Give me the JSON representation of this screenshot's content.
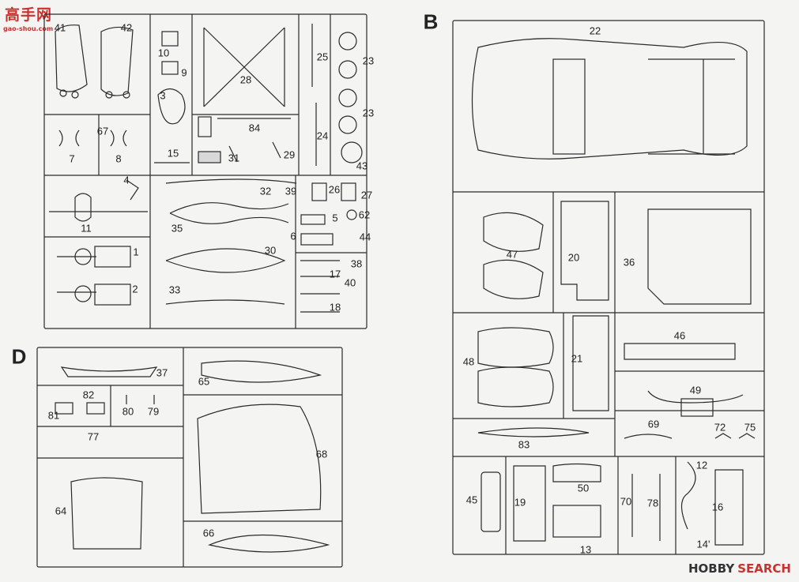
{
  "watermarks": {
    "top_left": "高手网",
    "top_left_sub": "gao-shou.com",
    "bottom_right": "HOBBY",
    "bottom_right_sub": "SEARCH"
  },
  "sections": [
    "B",
    "D"
  ],
  "part_numbers": {
    "frame_a": [
      "41",
      "42",
      "10",
      "9",
      "3",
      "28",
      "25",
      "23",
      "23",
      "84",
      "67",
      "7",
      "8",
      "15",
      "31",
      "29",
      "24",
      "43",
      "4",
      "11",
      "32",
      "39",
      "26",
      "27",
      "35",
      "5",
      "62",
      "6",
      "44",
      "1",
      "30",
      "38",
      "17",
      "2",
      "33",
      "40",
      "18"
    ],
    "frame_b": [
      "22",
      "47",
      "20",
      "36",
      "48",
      "21",
      "46",
      "49",
      "69",
      "72",
      "75",
      "83",
      "45",
      "19",
      "50",
      "70",
      "78",
      "12",
      "16",
      "13",
      "14'"
    ],
    "frame_d": [
      "37",
      "65",
      "82",
      "81",
      "80",
      "79",
      "77",
      "68",
      "64",
      "66"
    ]
  }
}
